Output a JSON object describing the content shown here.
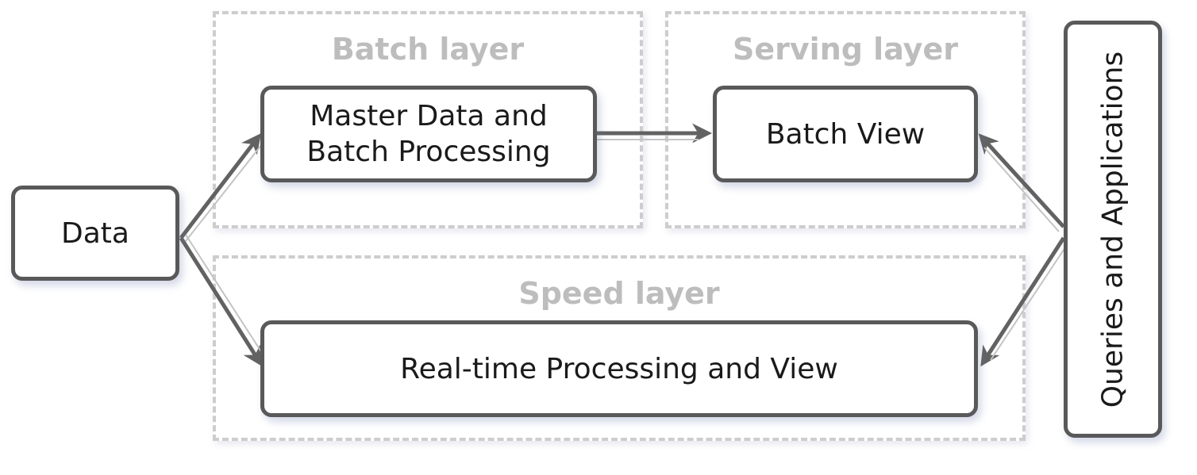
{
  "layers": {
    "batch": {
      "title": "Batch layer"
    },
    "serving": {
      "title": "Serving layer"
    },
    "speed": {
      "title": "Speed layer"
    }
  },
  "nodes": {
    "data": "Data",
    "master_data": "Master Data and\nBatch Processing",
    "batch_view": "Batch View",
    "realtime": "Real-time Processing and View",
    "queries": "Queries and Applications"
  },
  "colors": {
    "node_border": "#595959",
    "layer_border": "#cdcdcd",
    "layer_title": "#bdbdbd",
    "arrow": "#626262"
  }
}
